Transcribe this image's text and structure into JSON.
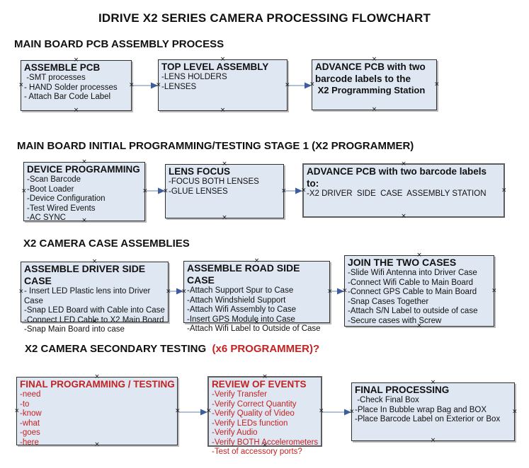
{
  "title": "IDRIVE X2  SERIES CAMERA PROCESSING FLOWCHART",
  "colors": {
    "box_fill": "#dfe7f2",
    "box_border": "#2f2f2f",
    "thick_border": "#5e5e5e",
    "accent_red": "#c32222",
    "arrow_line": "#96abc8",
    "arrow_head": "#3f5c9e"
  },
  "sections": [
    {
      "heading": "MAIN BOARD PCB ASSEMBLY PROCESS",
      "boxes": [
        {
          "title": "ASSEMBLE PCB",
          "items": [
            " -SMT processes",
            "- HAND Solder processes",
            "- Attach Bar Code Label"
          ]
        },
        {
          "title": "TOP LEVEL ASSEMBLY",
          "items": [
            "-LENS HOLDERS",
            "-LENSES"
          ]
        },
        {
          "title": "ADVANCE PCB with two barcode labels to the",
          "items": [
            " X2 Programming Station"
          ]
        }
      ]
    },
    {
      "heading": "MAIN BOARD INITIAL PROGRAMMING/TESTING STAGE 1 (X2 PROGRAMMER)",
      "boxes": [
        {
          "title": "DEVICE PROGRAMMING",
          "items": [
            "-Scan Barcode",
            "-Boot Loader",
            "-Device Configuration",
            "-Test Wired Events",
            "-AC SYNC"
          ]
        },
        {
          "title": "LENS FOCUS",
          "items": [
            "-FOCUS BOTH LENSES",
            "-GLUE LENSES"
          ]
        },
        {
          "title": "ADVANCE PCB with two barcode labels to:",
          "items": [
            "-X2 DRIVER  SIDE  CASE  ASSEMBLY STATION"
          ]
        }
      ]
    },
    {
      "heading": "X2 CAMERA CASE ASSEMBLIES",
      "boxes": [
        {
          "title": "ASSEMBLE DRIVER SIDE CASE",
          "items": [
            "- Insert LED Plastic lens into Driver Case",
            "-Snap LED Board with Cable into Case",
            "-Connect LED Cable to X2 Main Board",
            "-Snap Main Board into case"
          ]
        },
        {
          "title": "ASSEMBLE ROAD SIDE CASE",
          "items": [
            "-Attach Support Spur to Case",
            "-Attach Windshield Support",
            "-Attach Wifi Assembly to Case",
            "-Insert GPS Module into Case",
            "-Attach Wifi Label to Outside of Case"
          ]
        },
        {
          "title": "JOIN THE TWO CASES",
          "items": [
            "-Slide Wifi Antenna into Driver Case",
            "-Connect Wifi Cable to Main Board",
            "-Connect GPS Cable to Main Board",
            "-Snap Cases Together",
            "-Attach S/N Label to outside of case",
            "-Secure cases with Screw"
          ]
        }
      ]
    },
    {
      "heading": "X2 CAMERA SECONDARY TESTING ",
      "heading_suffix": " (x6 PROGRAMMER)?",
      "boxes": [
        {
          "title": "FINAL PROGRAMMING / TESTING",
          "items": [
            "-need",
            "-to",
            "-know",
            "-what",
            "-goes",
            "-here"
          ]
        },
        {
          "title": "REVIEW OF EVENTS",
          "items": [
            "-Verify Transfer",
            "-Verify Correct Quantity",
            "-Verify Quality of Video",
            "-Verify LEDs function",
            "-Verify Audio",
            "-Verify BOTH Accelerometers",
            "-Test of accessory ports?"
          ]
        },
        {
          "title": "FINAL PROCESSING",
          "items": [
            " -Check Final Box",
            "-Place In Bubble wrap Bag and BOX",
            "-Place Barcode Label on Exterior or Box"
          ]
        }
      ]
    }
  ]
}
